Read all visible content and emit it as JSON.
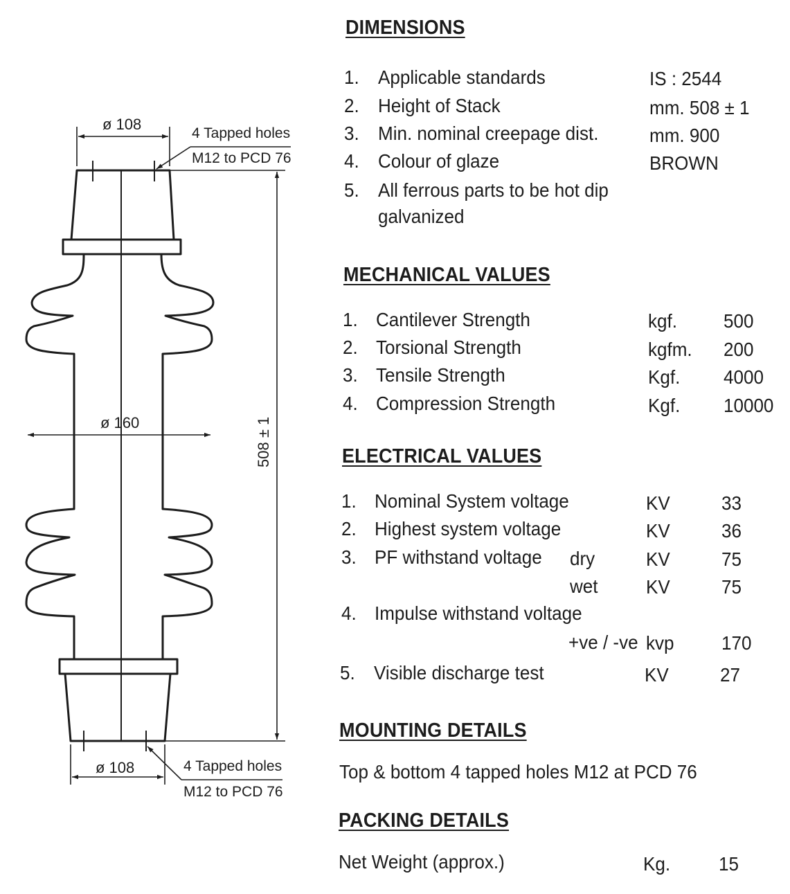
{
  "drawing": {
    "top_diameter": "ø 108",
    "top_holes_line1": "4 Tapped holes",
    "top_holes_line2": "M12 to PCD 76",
    "mid_diameter": "ø 160",
    "height": "508 ± 1",
    "bottom_diameter": "ø 108",
    "bottom_holes_line1": "4 Tapped holes",
    "bottom_holes_line2": "M12 to PCD 76"
  },
  "dimensions": {
    "heading": "DIMENSIONS",
    "rows": [
      {
        "num": "1.",
        "label": "Applicable standards",
        "value": "IS : 2544"
      },
      {
        "num": "2.",
        "label": "Height of Stack",
        "value": "mm. 508 ± 1"
      },
      {
        "num": "3.",
        "label": "Min. nominal creepage dist.",
        "value": "mm. 900"
      },
      {
        "num": "4.",
        "label": "Colour of glaze",
        "value": "BROWN"
      },
      {
        "num": "5.",
        "label": "All ferrous parts to be hot dip",
        "label2": "galvanized"
      }
    ]
  },
  "mechanical": {
    "heading": "MECHANICAL VALUES",
    "rows": [
      {
        "num": "1.",
        "label": "Cantilever Strength",
        "unit": "kgf.",
        "value": "500"
      },
      {
        "num": "2.",
        "label": "Torsional Strength",
        "unit": "kgfm.",
        "value": "200"
      },
      {
        "num": "3.",
        "label": "Tensile Strength",
        "unit": "Kgf.",
        "value": "4000"
      },
      {
        "num": "4.",
        "label": "Compression Strength",
        "unit": "Kgf.",
        "value": "10000"
      }
    ]
  },
  "electrical": {
    "heading": "ELECTRICAL VALUES",
    "rows": [
      {
        "num": "1.",
        "label": "Nominal System voltage",
        "unit": "KV",
        "value": "33"
      },
      {
        "num": "2.",
        "label": "Highest system voltage",
        "unit": "KV",
        "value": "36"
      },
      {
        "num": "3.",
        "label": "PF withstand voltage",
        "cond": "dry",
        "unit": "KV",
        "value": "75"
      },
      {
        "cond": "wet",
        "unit": "KV",
        "value": "75"
      },
      {
        "num": "4.",
        "label": "Impulse withstand voltage"
      },
      {
        "cond": "+ve / -ve",
        "unit": "kvp",
        "value": "170"
      },
      {
        "num": "5.",
        "label": "Visible discharge test",
        "unit": "KV",
        "value": "27"
      }
    ]
  },
  "mounting": {
    "heading": "MOUNTING DETAILS",
    "text": "Top & bottom 4 tapped holes M12 at PCD 76"
  },
  "packing": {
    "heading": "PACKING DETAILS",
    "label": "Net Weight (approx.)",
    "unit": "Kg.",
    "value": "15"
  }
}
